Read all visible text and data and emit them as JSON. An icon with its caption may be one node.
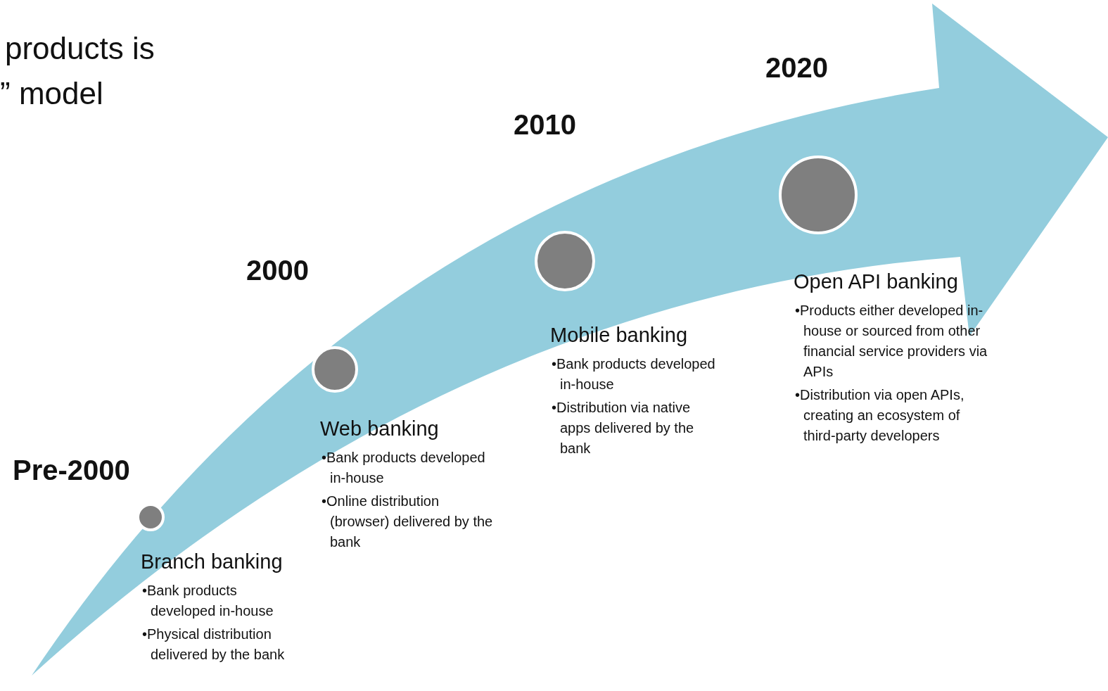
{
  "diagram": {
    "nodes": [
      {
        "text": [
          "Branch banking",
          "•Bank products developed in-house",
          "•Physical distribution delivered by the bank"
        ]
      },
      {
        "text": [
          "Web banking",
          "•Bank products developed in-house",
          "•Online distribution (browser) delivered by the bank"
        ]
      },
      {
        "text": [
          "Mobile banking",
          "•Bank products developed in-house",
          "•Distribution via native apps delivered by the bank"
        ]
      },
      {
        "text": [
          "Open API banking",
          "•Products either developed in-house or sourced from other financial service providers via APIs",
          "•Distribution via open APIs, creating an ecosystem of third-party developers"
        ]
      }
    ],
    "labels": [
      "products is",
      "” model",
      "2020",
      "2010",
      "2000",
      "Pre-2000"
    ]
  }
}
